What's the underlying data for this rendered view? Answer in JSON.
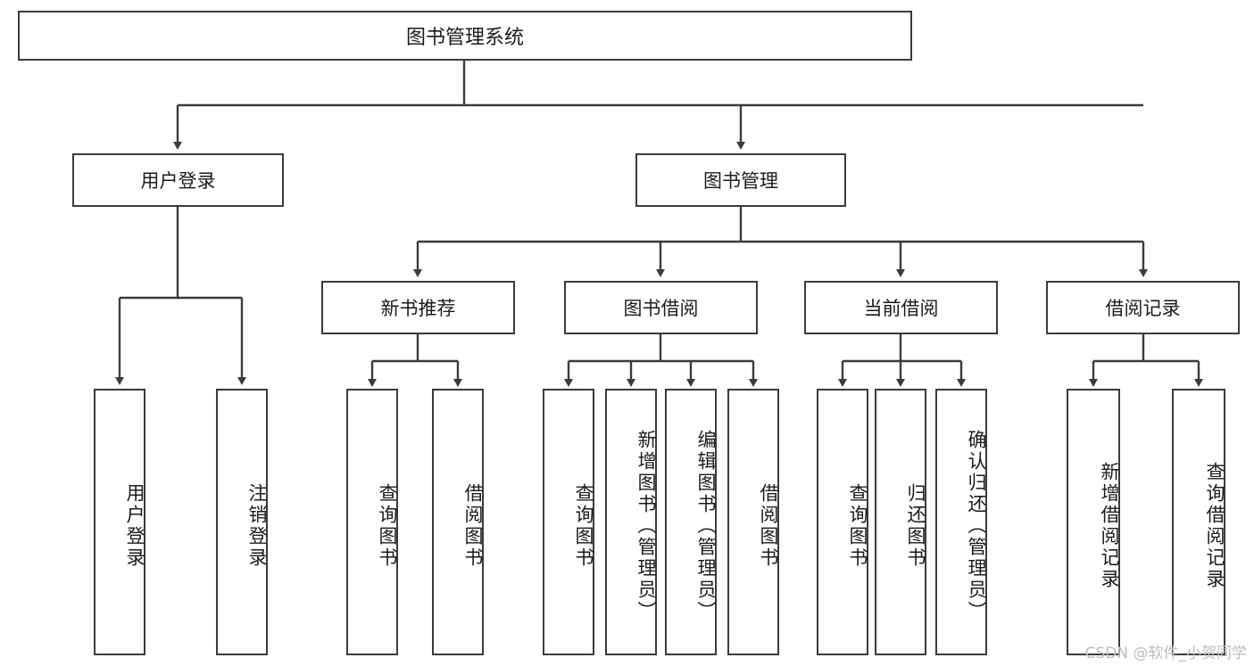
{
  "diagram": {
    "type": "tree",
    "title": "图书管理系统",
    "orientation": "top-down",
    "edge_style": "orthogonal-arrow",
    "colors": {
      "box_border": "#3b3b3b",
      "box_fill": "#ffffff",
      "edge": "#3b3b3b",
      "text": "#1b1b1b",
      "watermark": "#bdbdbd",
      "background": "#ffffff"
    }
  },
  "root": {
    "label": "图书管理系统"
  },
  "level2": [
    {
      "label": "用户登录"
    },
    {
      "label": "图书管理"
    }
  ],
  "level3": [
    {
      "label": "新书推荐"
    },
    {
      "label": "图书借阅"
    },
    {
      "label": "当前借阅"
    },
    {
      "label": "借阅记录"
    }
  ],
  "leaves": {
    "user_login": [
      {
        "label": "用户登录"
      },
      {
        "label": "注销登录"
      }
    ],
    "new_book": [
      {
        "label": "查询图书"
      },
      {
        "label": "借阅图书"
      }
    ],
    "book_borrow": [
      {
        "label": "查询图书"
      },
      {
        "label": "新增图书（管理员）"
      },
      {
        "label": "编辑图书（管理员）"
      },
      {
        "label": "借阅图书"
      }
    ],
    "current_borrow": [
      {
        "label": "查询图书"
      },
      {
        "label": "归还图书"
      },
      {
        "label": "确认归还（管理员）"
      }
    ],
    "borrow_record": [
      {
        "label": "新增借阅记录"
      },
      {
        "label": "查询借阅记录"
      }
    ]
  },
  "watermark": {
    "text": "CSDN @软件_小贺同学"
  }
}
